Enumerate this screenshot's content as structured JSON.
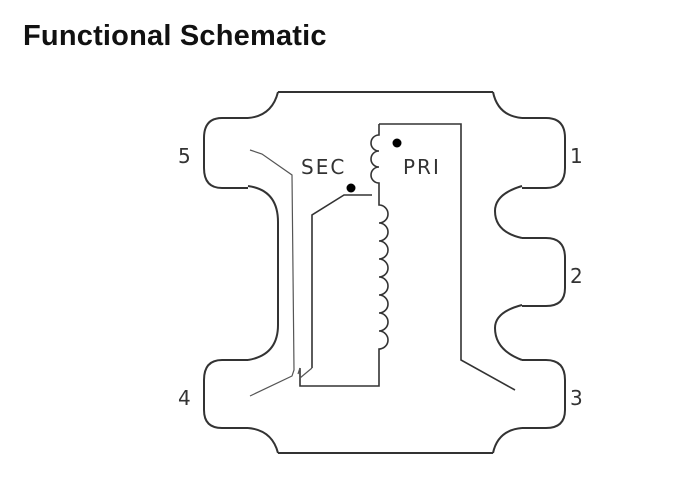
{
  "title": "Functional Schematic",
  "pins": {
    "p1": "1",
    "p2": "2",
    "p3": "3",
    "p4": "4",
    "p5": "5"
  },
  "labels": {
    "secondary": "SEC",
    "primary": "PRI"
  }
}
